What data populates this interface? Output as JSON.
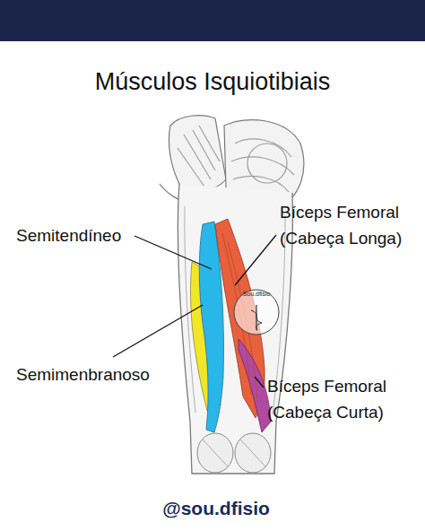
{
  "diagram": {
    "title": "Músculos Isquiotibiais",
    "labels": [
      "Semitendíneo",
      "Bíceps Femoral (Cabeça Longa)",
      "Semimenbranoso",
      "Bíceps Femoral (Cabeça Curta)",
      "Sou.dfisio",
      "@sou.dfisio"
    ]
  }
}
